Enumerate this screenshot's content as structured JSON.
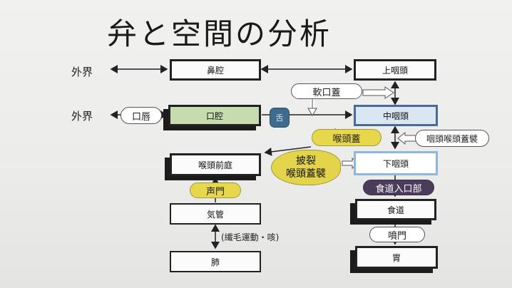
{
  "title": "弁と空間の分析",
  "labels": {
    "outer1": "外界",
    "outer2": "外界"
  },
  "boxes": {
    "nasal": "鼻腔",
    "epipharynx": "上咽頭",
    "oral": "口腔",
    "mesopharynx": "中咽頭",
    "laryngeal_vestibule": "喉頭前庭",
    "hypopharynx": "下咽頭",
    "trachea": "気管",
    "esophagus": "食道",
    "lung": "肺",
    "stomach": "胃"
  },
  "valves": {
    "lips": "口唇",
    "soft_palate": "軟口蓋",
    "tongue": "舌",
    "epiglottis": "喉頭蓋",
    "pharyngoepiglottic_fold": "咽頭喉頭蓋襞",
    "aryepiglottic_line1": "披裂",
    "aryepiglottic_line2": "喉頭蓋襞",
    "glottis": "声門",
    "esophageal_inlet": "食道入口部",
    "cardia": "噴門"
  },
  "notes": {
    "cilia": "(繊毛運動・咳)"
  },
  "colors": {
    "valve_yellow": "#e6d84a",
    "oral_green": "#c6dcae",
    "pharynx_blue": "#dbe6f3",
    "tongue_blue": "#3f6b8e",
    "inlet_purple": "#4a3c5a"
  }
}
